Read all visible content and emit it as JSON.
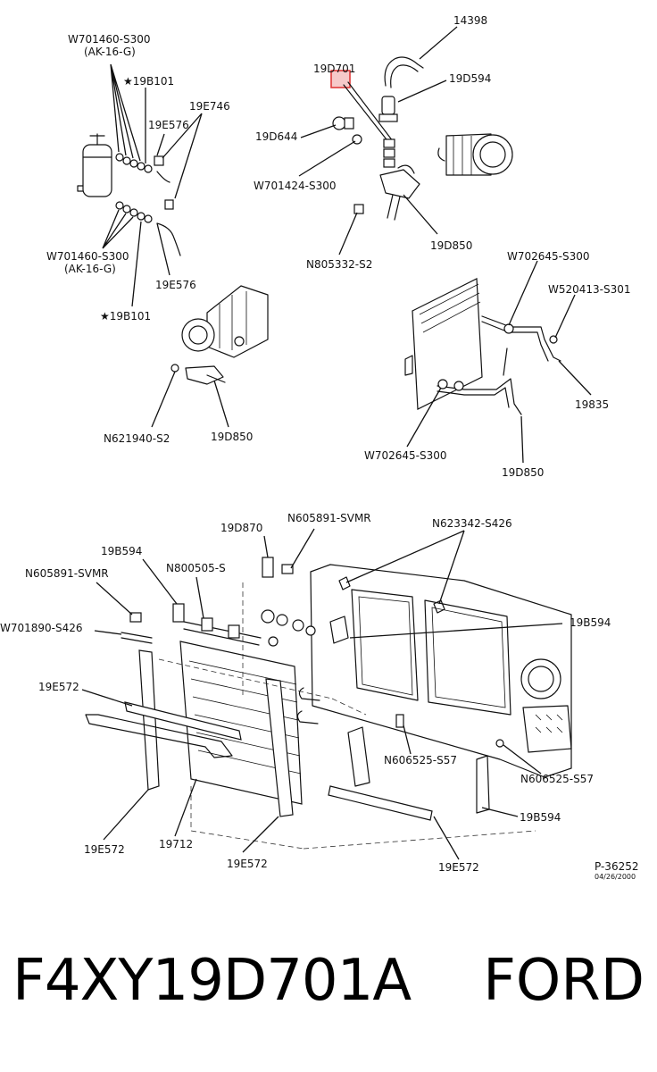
{
  "callouts": {
    "c1": "W701460-S300",
    "c2": "(AK-16-G)",
    "c3": "★19B101",
    "c4": "19E746",
    "c5": "19E576",
    "c6": "W701460-S300",
    "c7": "(AK-16-G)",
    "c8": "19E576",
    "c9": "★19B101",
    "c10": "N621940-S2",
    "c11": "19D850",
    "c12": "14398",
    "c13": "19D701",
    "c14": "19D594",
    "c15": "19D644",
    "c16": "W701424-S300",
    "c17": "N805332-S2",
    "c18": "19D850",
    "c19": "W702645-S300",
    "c20": "W520413-S301",
    "c21": "19835",
    "c22": "W702645-S300",
    "c23": "19D850",
    "c24": "19D870",
    "c25": "N605891-SVMR",
    "c26": "N623342-S426",
    "c27": "19B594",
    "c28": "N605891-SVMR",
    "c29": "N800505-S",
    "c30": "W701890-S426",
    "c31": "19B594",
    "c32": "19E572",
    "c33": "N606525-S57",
    "c34": "N606525-S57",
    "c35": "19B594",
    "c36": "19E572",
    "c37": "19712",
    "c38": "19E572",
    "c39": "19E572"
  },
  "illustration_id": "P-36252",
  "illustration_date": "04/26/2000",
  "highlight_color": "#e03a3a",
  "footer": {
    "part_number": "F4XY19D701A",
    "brand": "FORD"
  }
}
